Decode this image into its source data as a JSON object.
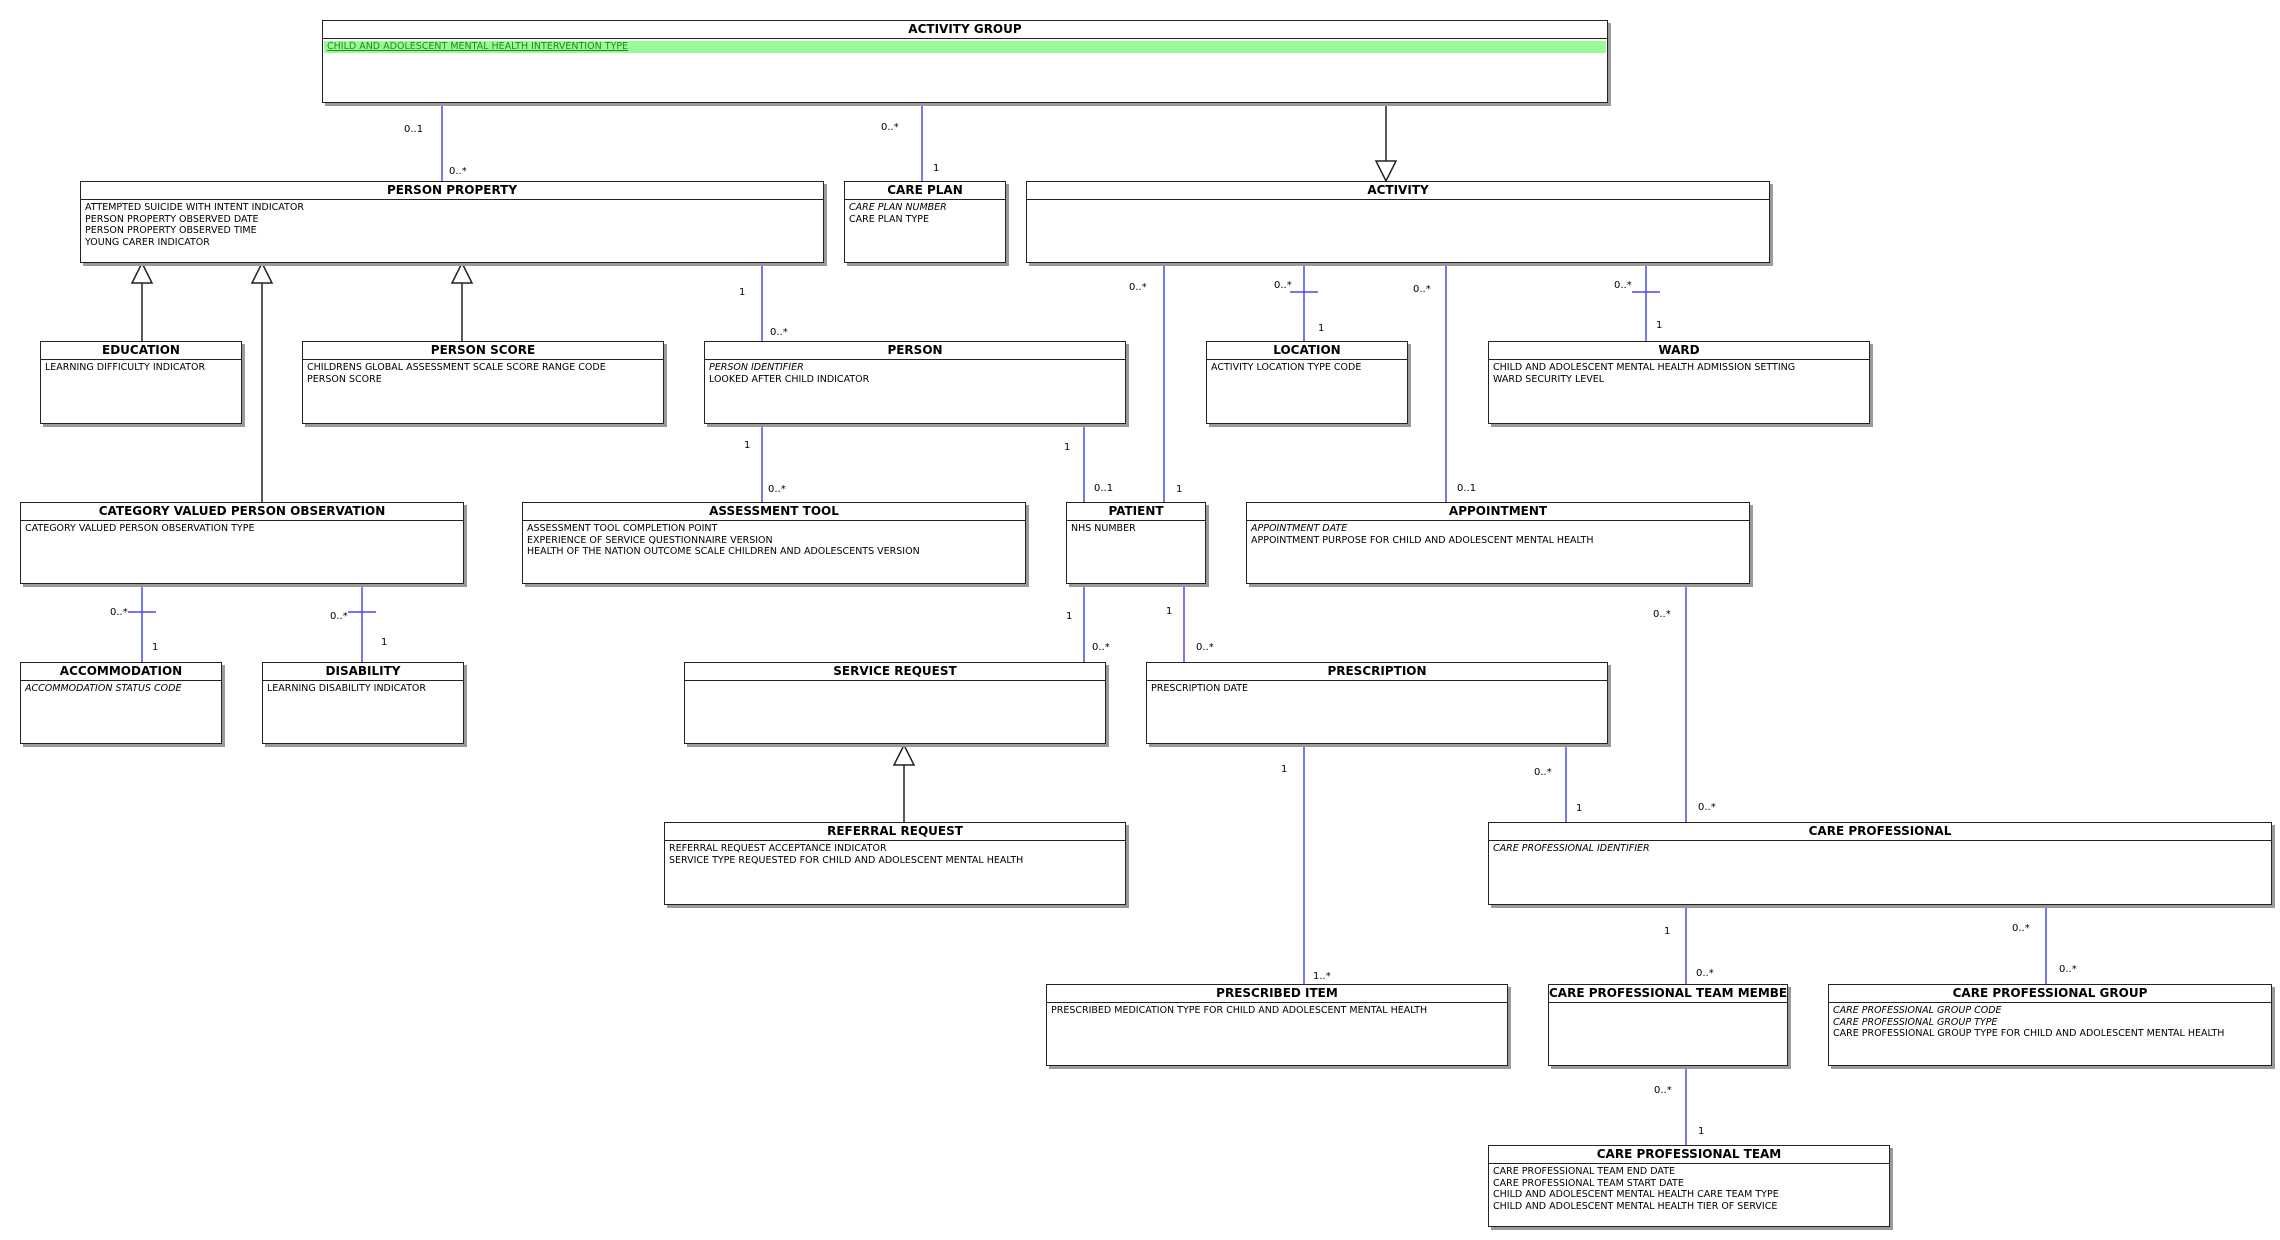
{
  "colors": {
    "association": "#4a4af0",
    "generalization": "#222222",
    "highlight": "#98fb98"
  },
  "entities": {
    "activity_group": {
      "title": "ACTIVITY GROUP",
      "attrs": [
        "CHILD AND ADOLESCENT MENTAL HEALTH INTERVENTION TYPE"
      ]
    },
    "person_property": {
      "title": "PERSON PROPERTY",
      "attrs": [
        "ATTEMPTED SUICIDE WITH INTENT INDICATOR",
        "PERSON PROPERTY OBSERVED DATE",
        "PERSON PROPERTY OBSERVED TIME",
        "YOUNG CARER INDICATOR"
      ]
    },
    "care_plan": {
      "title": "CARE PLAN",
      "attrs": [
        "CARE PLAN NUMBER",
        "CARE PLAN TYPE"
      ]
    },
    "activity": {
      "title": "ACTIVITY",
      "attrs": []
    },
    "education": {
      "title": "EDUCATION",
      "attrs": [
        "LEARNING DIFFICULTY INDICATOR"
      ]
    },
    "person_score": {
      "title": "PERSON SCORE",
      "attrs": [
        "CHILDRENS GLOBAL ASSESSMENT SCALE SCORE RANGE CODE",
        "PERSON SCORE"
      ]
    },
    "person": {
      "title": "PERSON",
      "attrs": [
        "PERSON IDENTIFIER",
        "LOOKED AFTER CHILD INDICATOR"
      ]
    },
    "location": {
      "title": "LOCATION",
      "attrs": [
        "ACTIVITY LOCATION TYPE CODE"
      ]
    },
    "ward": {
      "title": "WARD",
      "attrs": [
        "CHILD AND ADOLESCENT MENTAL HEALTH ADMISSION SETTING",
        "WARD SECURITY LEVEL"
      ]
    },
    "cat_obs": {
      "title": "CATEGORY VALUED PERSON OBSERVATION",
      "attrs": [
        "CATEGORY VALUED PERSON OBSERVATION TYPE"
      ]
    },
    "assessment_tool": {
      "title": "ASSESSMENT TOOL",
      "attrs": [
        "ASSESSMENT TOOL COMPLETION POINT",
        "EXPERIENCE OF SERVICE QUESTIONNAIRE VERSION",
        "HEALTH OF THE NATION OUTCOME SCALE CHILDREN AND ADOLESCENTS VERSION"
      ]
    },
    "patient": {
      "title": "PATIENT",
      "attrs": [
        "NHS NUMBER"
      ]
    },
    "appointment": {
      "title": "APPOINTMENT",
      "attrs": [
        "APPOINTMENT DATE",
        "APPOINTMENT PURPOSE FOR CHILD AND ADOLESCENT MENTAL HEALTH"
      ]
    },
    "accommodation": {
      "title": "ACCOMMODATION",
      "attrs": [
        "ACCOMMODATION STATUS CODE"
      ]
    },
    "disability": {
      "title": "DISABILITY",
      "attrs": [
        "LEARNING DISABILITY INDICATOR"
      ]
    },
    "service_request": {
      "title": "SERVICE REQUEST",
      "attrs": []
    },
    "prescription": {
      "title": "PRESCRIPTION",
      "attrs": [
        "PRESCRIPTION DATE"
      ]
    },
    "referral_request": {
      "title": "REFERRAL REQUEST",
      "attrs": [
        "REFERRAL REQUEST ACCEPTANCE INDICATOR",
        "SERVICE TYPE REQUESTED FOR CHILD AND ADOLESCENT MENTAL HEALTH"
      ]
    },
    "care_professional": {
      "title": "CARE PROFESSIONAL",
      "attrs": [
        "CARE PROFESSIONAL IDENTIFIER"
      ]
    },
    "prescribed_item": {
      "title": "PRESCRIBED ITEM",
      "attrs": [
        "PRESCRIBED MEDICATION TYPE FOR CHILD AND ADOLESCENT MENTAL HEALTH"
      ]
    },
    "cp_team_member": {
      "title": "CARE PROFESSIONAL TEAM MEMBER",
      "attrs": []
    },
    "cp_group": {
      "title": "CARE PROFESSIONAL GROUP",
      "attrs": [
        "CARE PROFESSIONAL GROUP CODE",
        "CARE PROFESSIONAL GROUP TYPE",
        "CARE PROFESSIONAL GROUP TYPE FOR CHILD AND ADOLESCENT MENTAL HEALTH"
      ]
    },
    "cp_team": {
      "title": "CARE PROFESSIONAL TEAM",
      "attrs": [
        "CARE PROFESSIONAL TEAM END DATE",
        "CARE PROFESSIONAL TEAM START DATE",
        "CHILD AND ADOLESCENT MENTAL HEALTH CARE TEAM TYPE",
        "CHILD AND ADOLESCENT MENTAL HEALTH TIER OF SERVICE"
      ]
    }
  },
  "multiplicities": {
    "ag_pp_a": "0..1",
    "ag_pp_b": "0..*",
    "ag_cp_a": "0..*",
    "ag_cp_b": "1",
    "pp_person_a": "1",
    "pp_person_b": "0..*",
    "act_loc_a": "0..*",
    "act_loc_b": "1",
    "act_ward_a": "0..*",
    "act_ward_b": "1",
    "act_patient": "0..*",
    "act_appt": "0..*",
    "person_at_a": "1",
    "person_at_b": "0..*",
    "person_patient_a": "1",
    "person_patient_b": "0..1",
    "patient_act": "1",
    "appt_act": "0..1",
    "cvo_acc_a": "0..*",
    "cvo_acc_b": "1",
    "cvo_dis_a": "0..*",
    "cvo_dis_b": "1",
    "patient_sr_a": "1",
    "patient_sr_b": "0..*",
    "patient_rx_a": "1",
    "patient_rx_b": "0..*",
    "appt_cp": "0..*",
    "rx_cp_a": "0..*",
    "rx_cp_b": "1",
    "cp_appt": "0..*",
    "rx_pi_a": "1",
    "rx_pi_b": "1..*",
    "cp_tm_a": "1",
    "cp_tm_b": "0..*",
    "cp_grp_a": "0..*",
    "cp_grp_b": "0..*",
    "tm_team_a": "0..*",
    "tm_team_b": "1"
  }
}
